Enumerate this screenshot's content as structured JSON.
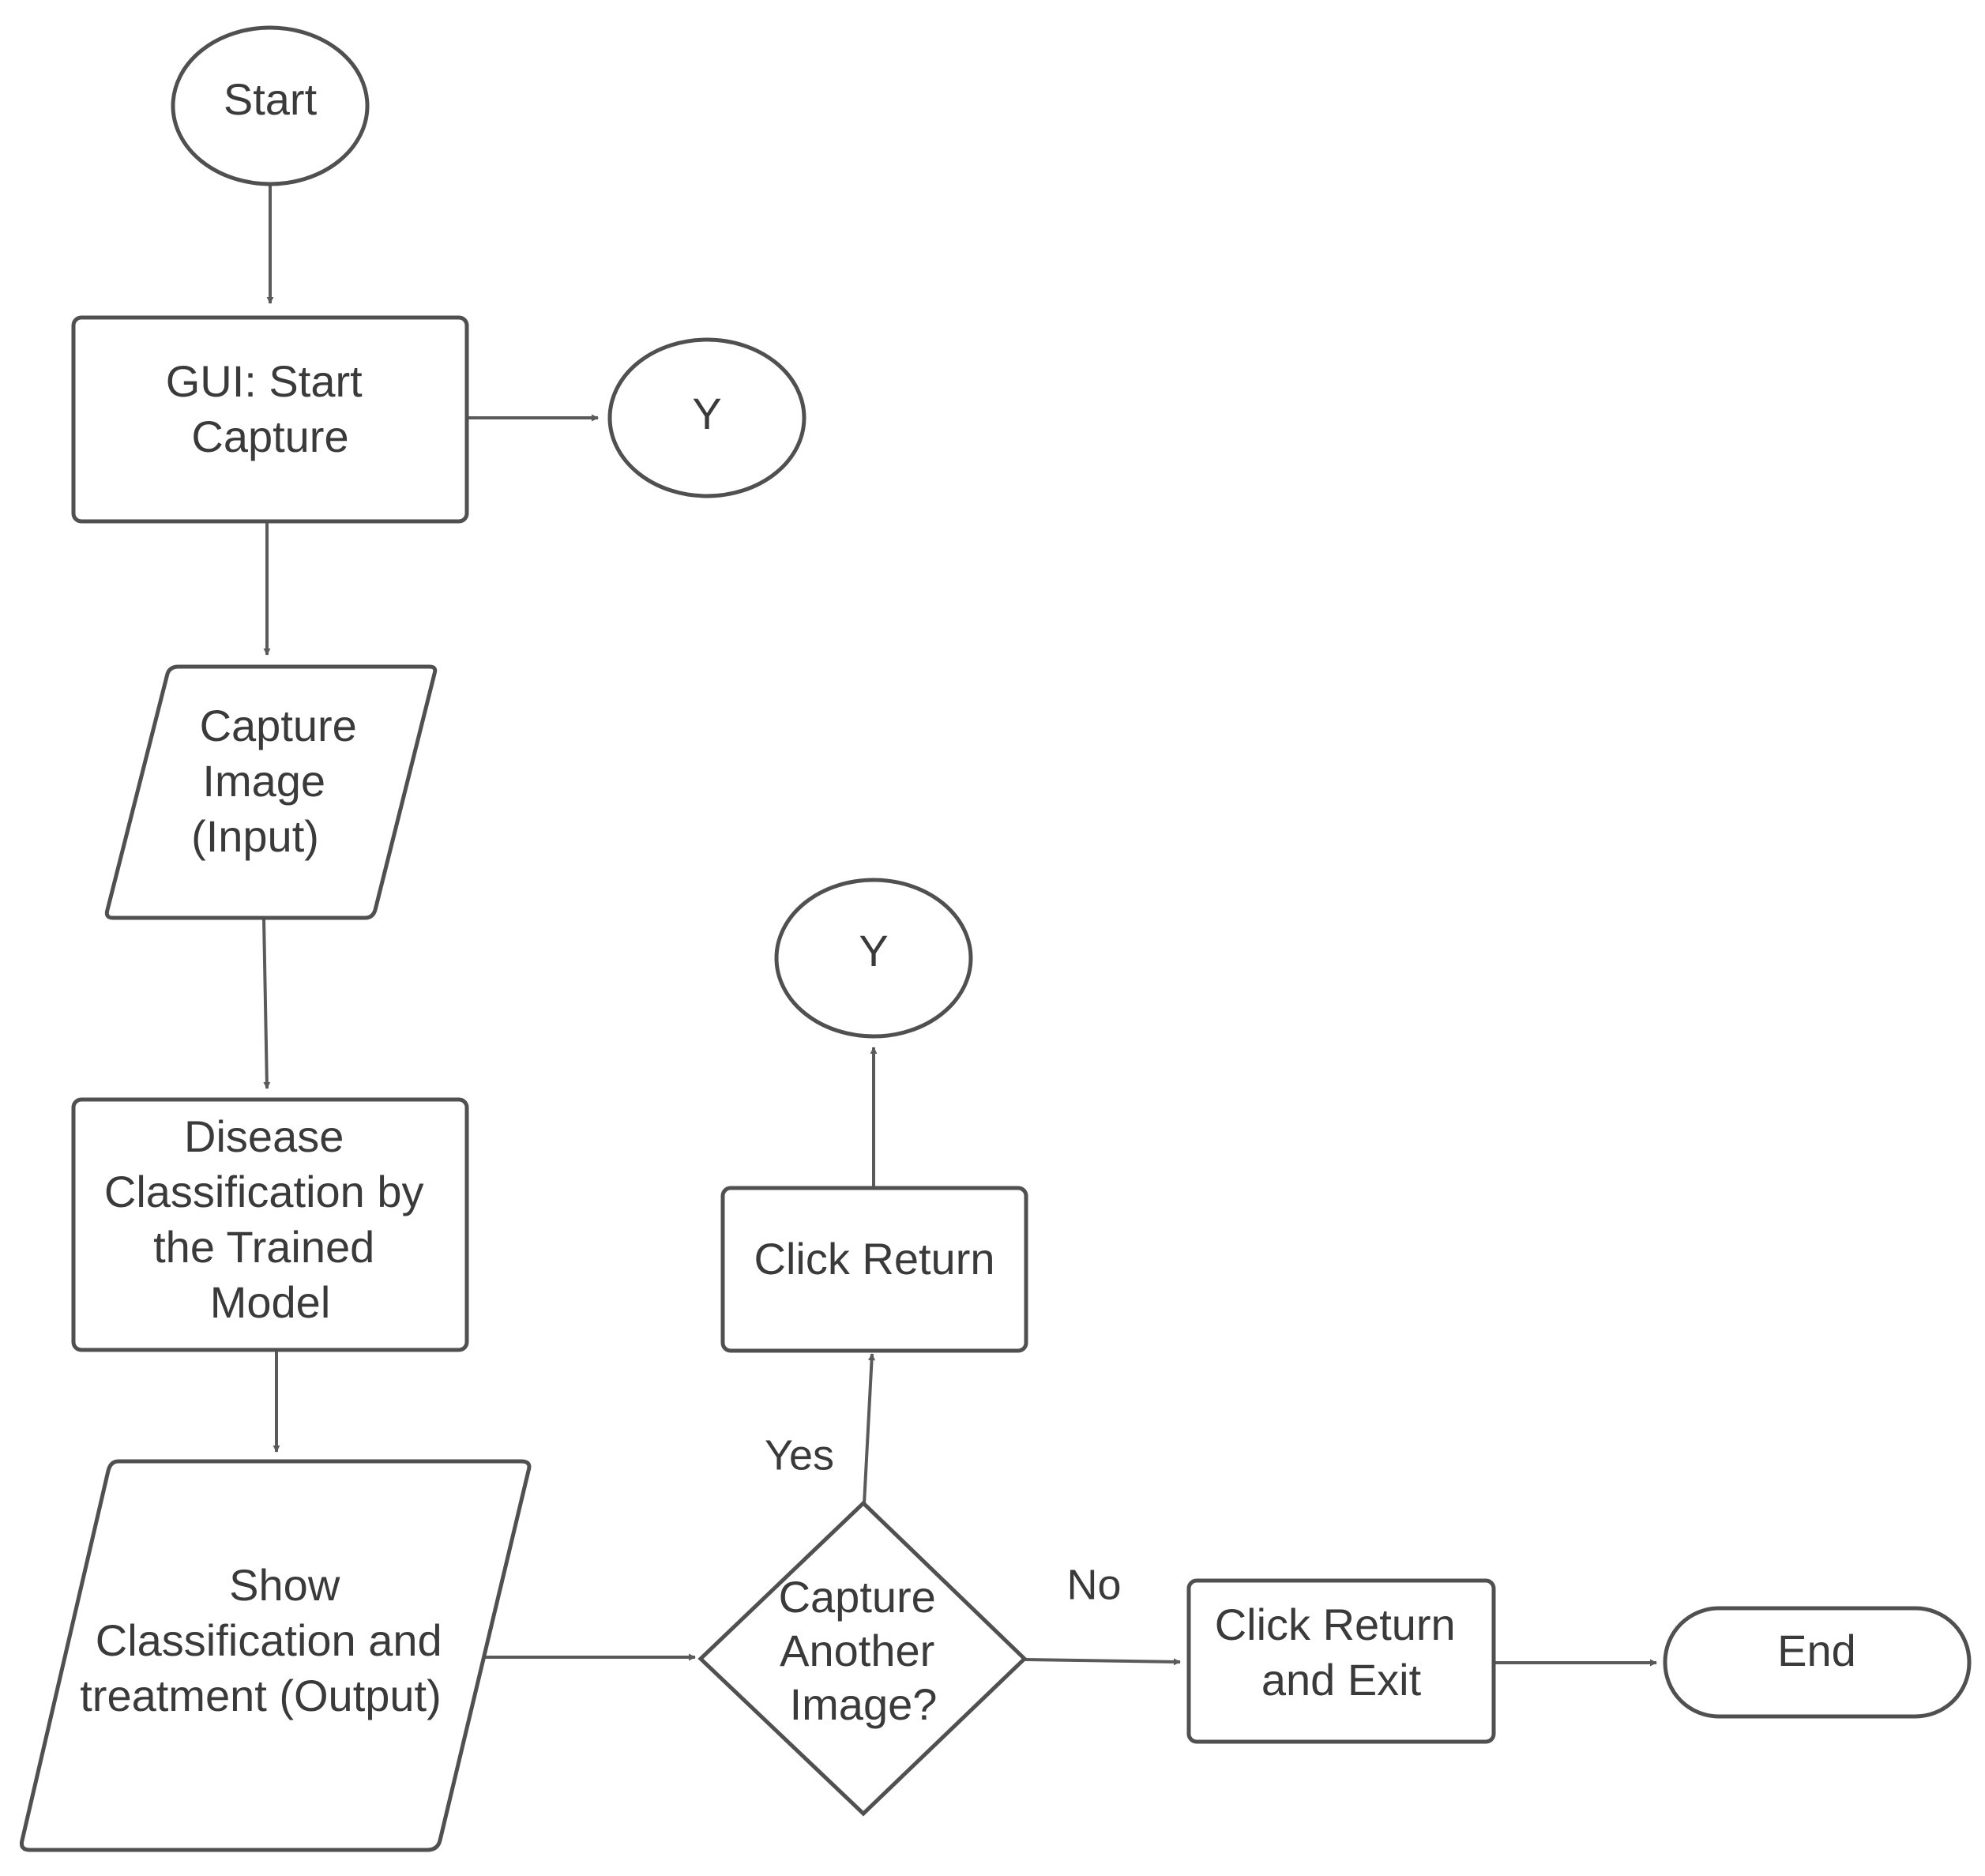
{
  "nodes": {
    "start": {
      "label": "Start"
    },
    "gui_start_capture": {
      "lines": [
        "GUI: Start",
        "Capture"
      ]
    },
    "connector_y_top": {
      "label": "Y"
    },
    "capture_image": {
      "lines": [
        "Capture",
        "Image",
        "(Input)"
      ]
    },
    "disease_classification": {
      "lines": [
        "Disease",
        "Classification by",
        "the Trained",
        "Model"
      ]
    },
    "show_classification": {
      "lines": [
        "Show",
        "Classification and",
        "treatment (Output)"
      ]
    },
    "capture_another_decision": {
      "lines": [
        "Capture",
        "Another",
        "Image?"
      ]
    },
    "click_return": {
      "label": "Click Return"
    },
    "connector_y_right": {
      "label": "Y"
    },
    "click_return_exit": {
      "lines": [
        "Click Return",
        "and Exit"
      ]
    },
    "end": {
      "label": "End"
    }
  },
  "edges": {
    "yes_label": "Yes",
    "no_label": "No"
  },
  "colors": {
    "stroke": "#505050",
    "text": "#3a3a3a",
    "background": "#ffffff"
  }
}
